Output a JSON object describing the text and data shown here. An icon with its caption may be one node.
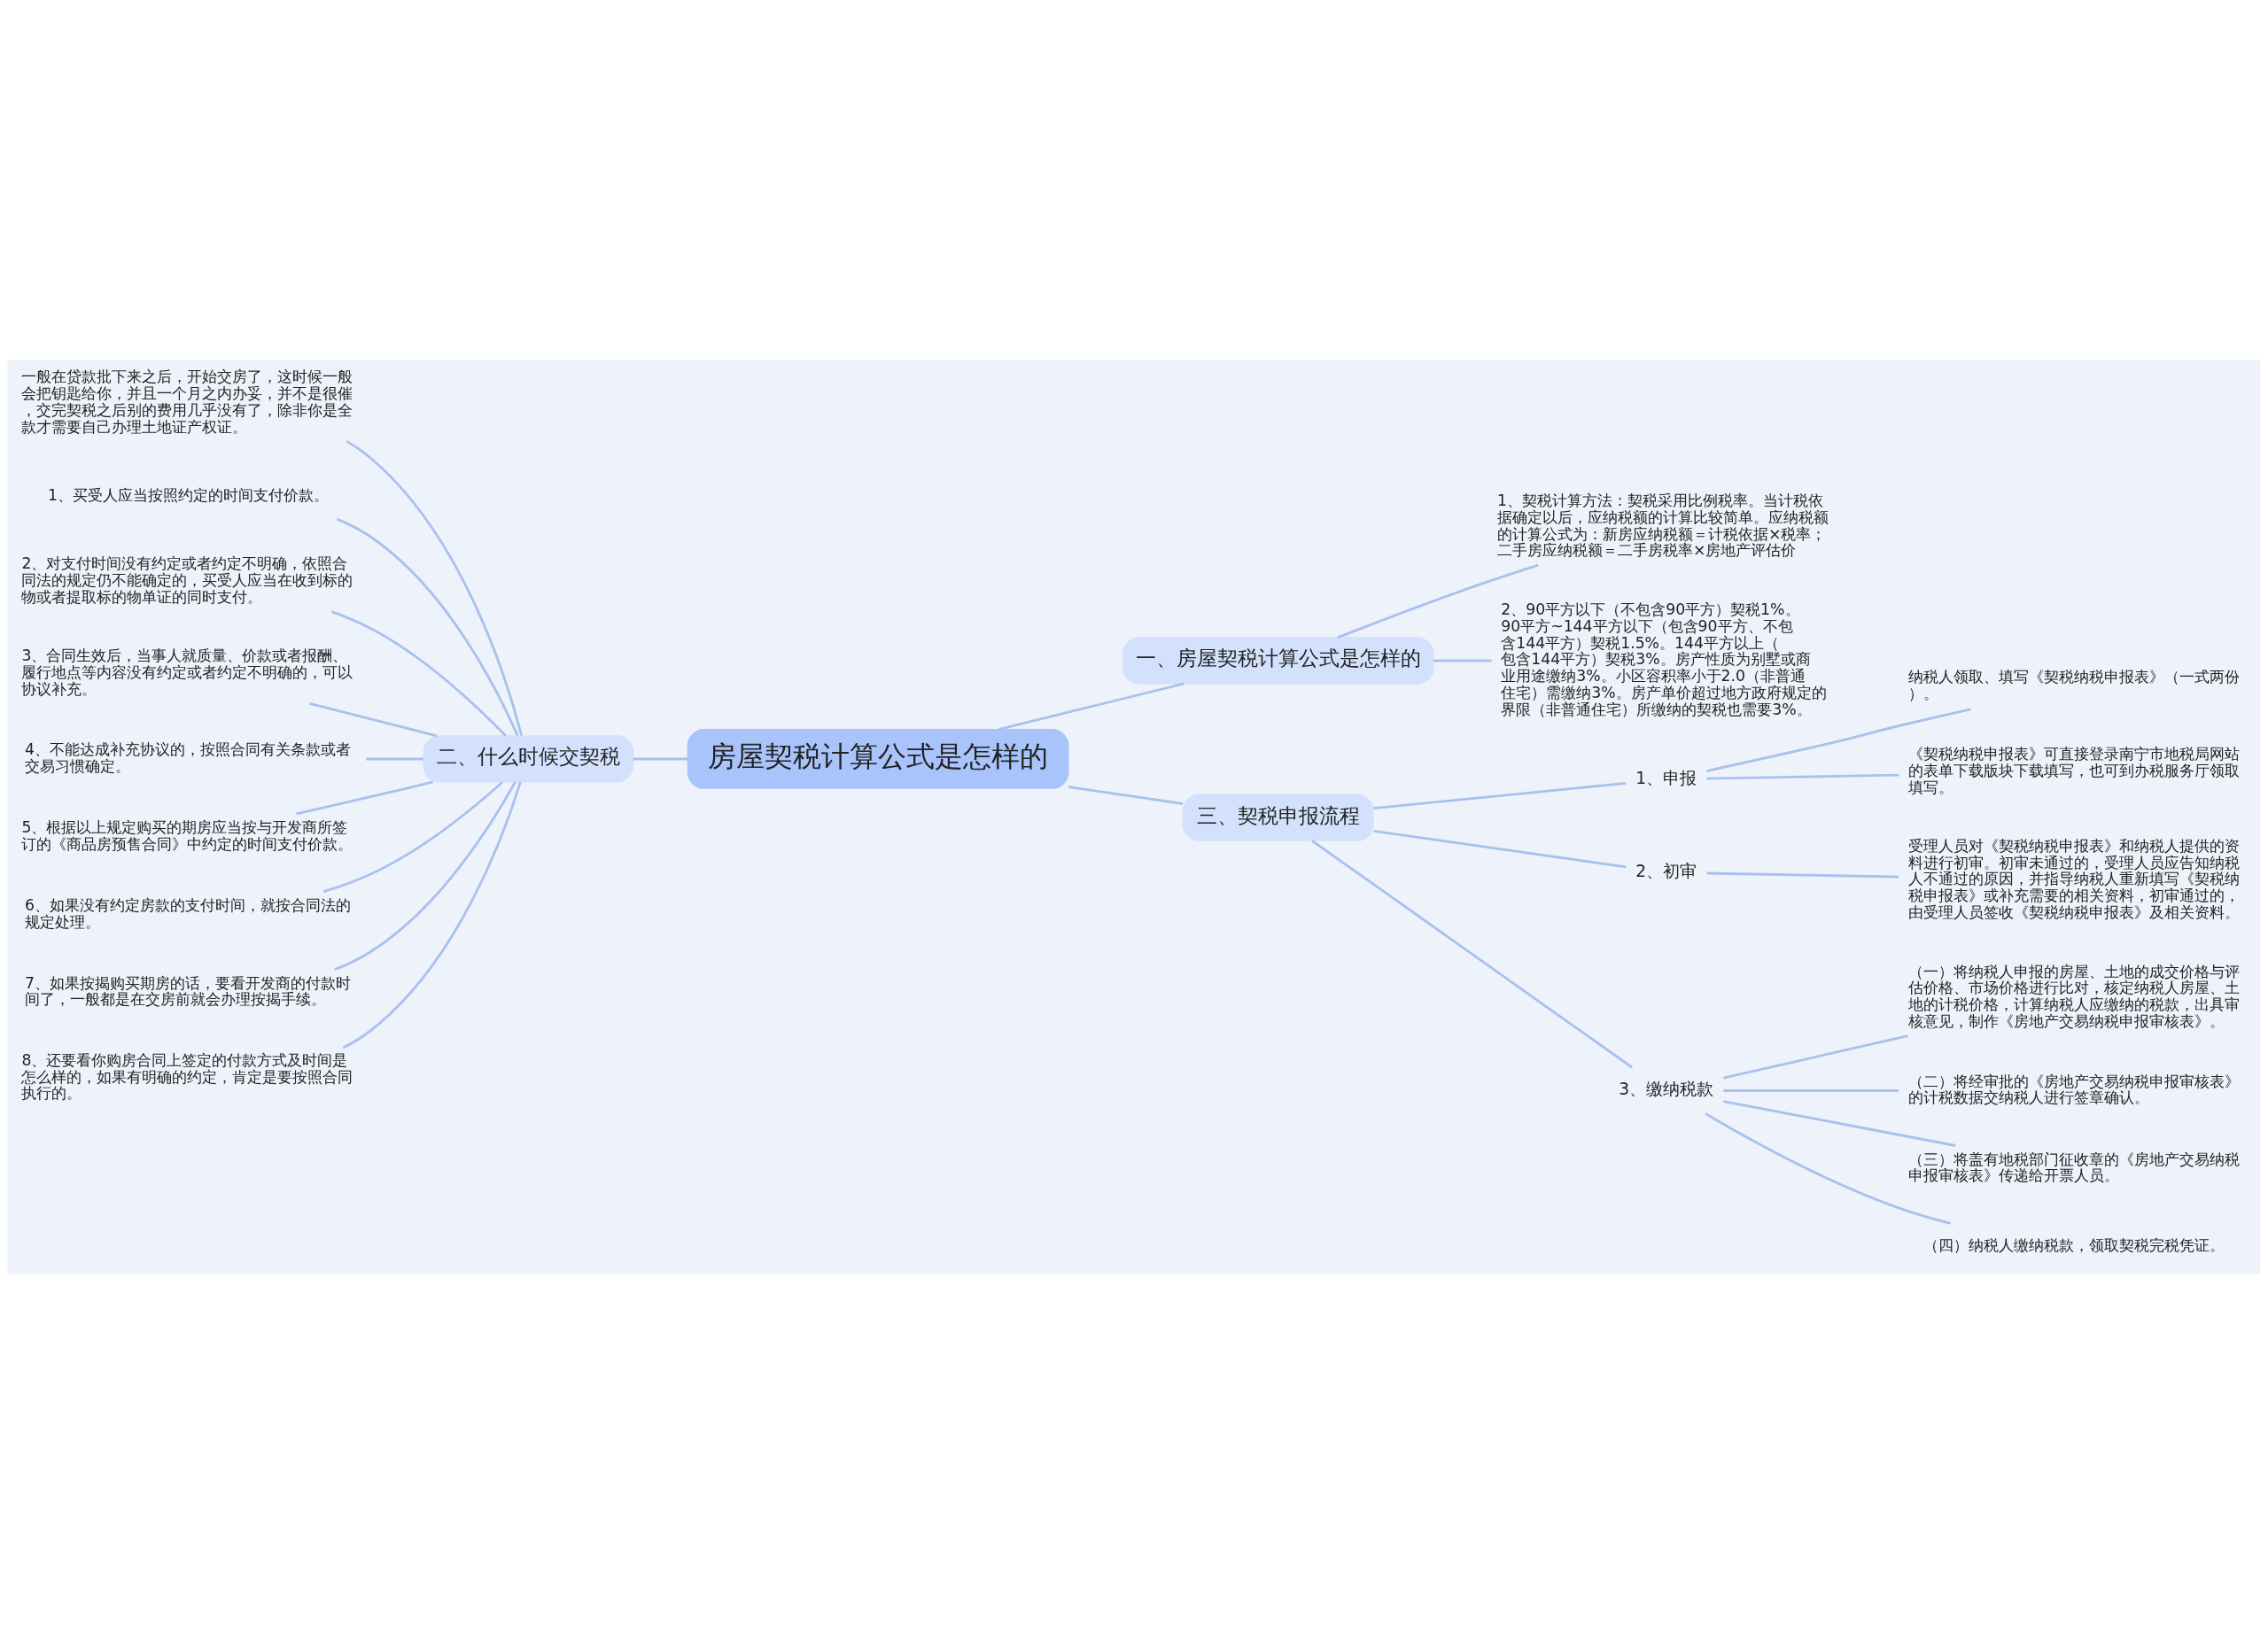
{
  "diagram": {
    "nodes": [
      {
        "text": [
          "房屋契税计算公式是怎样的"
        ]
      },
      {
        "text": [
          "一、房屋契税计算公式是怎样的"
        ]
      },
      {
        "text": [
          "1、契税计算方法：契税采用比例税率。当计税依据确定以后，应纳税额的计算比较简单。应纳税额的计算公式为：新房应纳税额＝计税依据×税率；二手房应纳税额＝二手房税率×房地产评估价"
        ]
      },
      {
        "text": [
          "2、90平方以下（不包含90平方）契税1%。90平方~144平方以下（包含90平方、不包含144平方）契税1.5%。144平方以上（包含144平方）契税3%。房产性质为别墅或商业用途缴纳3%。小区容积率小于2.0（非普通住宅）需缴纳3%。房产单价超过地方政府规定的界限（非普通住宅）所缴纳的契税也需要3%。"
        ]
      },
      {
        "text": [
          "二、什么时候交契税"
        ]
      },
      {
        "text": [
          "一般在贷款批下来之后，开始交房了，这时候一般会把钥匙给你，并且一个月之内办妥，并不是很催，交完契税之后别的费用几乎没有了，除非你是全款才需要自己办理土地证产权证。"
        ]
      },
      {
        "text": [
          "1、买受人应当按照约定的时间支付价款。"
        ]
      },
      {
        "text": [
          "2、对支付时间没有约定或者约定不明确，依照合同法的规定仍不能确定的，买受人应当在收到标的物或者提取标的物单证的同时支付。"
        ]
      },
      {
        "text": [
          "3、合同生效后，当事人就质量、价款或者报酬、履行地点等内容没有约定或者约定不明确的，可以协议补充。"
        ]
      },
      {
        "text": [
          "4、不能达成补充协议的，按照合同有关条款或者交易习惯确定。"
        ]
      },
      {
        "text": [
          "5、根据以上规定购买的期房应当按与开发商所签订的《商品房预售合同》中约定的时间支付价款。"
        ]
      },
      {
        "text": [
          "6、如果没有约定房款的支付时间，就按合同法的规定处理。"
        ]
      },
      {
        "text": [
          "7、如果按揭购买期房的话，要看开发商的付款时间了，一般都是在交房前就会办理按揭手续。"
        ]
      },
      {
        "text": [
          "8、还要看你购房合同上签定的付款方式及时间是怎么样的，如果有明确的约定，肯定是要按照合同执行的。"
        ]
      },
      {
        "text": [
          "三、契税申报流程"
        ]
      },
      {
        "text": [
          "1、申报"
        ]
      },
      {
        "text": [
          "纳税人领取、填写《契税纳税申报表》（一式两份）。"
        ]
      },
      {
        "text": [
          "《契税纳税申报表》可直接登录南宁市地税局网站的表单下载版块下载填写，也可到办税服务厅领取填写。"
        ]
      },
      {
        "text": [
          "2、初审"
        ]
      },
      {
        "text": [
          "受理人员对《契税纳税申报表》和纳税人提供的资料进行初审。初审未通过的，受理人员应告知纳税人不通过的原因，并指导纳税人重新填写《契税纳税申报表》或补充需要的相关资料，初审通过的，由受理人员签收《契税纳税申报表》及相关资料。"
        ]
      },
      {
        "text": [
          "3、缴纳税款"
        ]
      },
      {
        "text": [
          "（一）将纳税人申报的房屋、土地的成交价格与评估价格、市场价格进行比对，核定纳税人房屋、土地的计税价格，计算纳税人应缴纳的税款，出具审核意见，制作《房地产交易纳税申报审核表》。"
        ]
      },
      {
        "text": [
          "（二）将经审批的《房地产交易纳税申报审核表》的计税数据交纳税人进行签章确认。"
        ]
      },
      {
        "text": [
          "（三）将盖有地税部门征收章的《房地产交易纳税申报审核表》传递给开票人员。"
        ]
      },
      {
        "text": [
          "（四）纳税人缴纳税款，领取契税完税凭证。"
        ]
      }
    ],
    "edges": [
      {
        "from": 0,
        "to": 1,
        "arrow": "none"
      },
      {
        "from": 1,
        "to": 2,
        "arrow": "none"
      },
      {
        "from": 1,
        "to": 3,
        "arrow": "none"
      },
      {
        "from": 0,
        "to": 4,
        "arrow": "none"
      },
      {
        "from": 4,
        "to": 5,
        "arrow": "none"
      },
      {
        "from": 4,
        "to": 6,
        "arrow": "none"
      },
      {
        "from": 4,
        "to": 7,
        "arrow": "none"
      },
      {
        "from": 4,
        "to": 8,
        "arrow": "none"
      },
      {
        "from": 4,
        "to": 9,
        "arrow": "none"
      },
      {
        "from": 4,
        "to": 10,
        "arrow": "none"
      },
      {
        "from": 4,
        "to": 11,
        "arrow": "none"
      },
      {
        "from": 4,
        "to": 12,
        "arrow": "none"
      },
      {
        "from": 4,
        "to": 13,
        "arrow": "none"
      },
      {
        "from": 0,
        "to": 14,
        "arrow": "none"
      },
      {
        "from": 14,
        "to": 15,
        "arrow": "none"
      },
      {
        "from": 15,
        "to": 16,
        "arrow": "none"
      },
      {
        "from": 15,
        "to": 17,
        "arrow": "none"
      },
      {
        "from": 14,
        "to": 18,
        "arrow": "none"
      },
      {
        "from": 18,
        "to": 19,
        "arrow": "none"
      },
      {
        "from": 14,
        "to": 20,
        "arrow": "none"
      },
      {
        "from": 20,
        "to": 21,
        "arrow": "none"
      },
      {
        "from": 20,
        "to": 22,
        "arrow": "none"
      },
      {
        "from": 20,
        "to": 23,
        "arrow": "none"
      },
      {
        "from": 20,
        "to": 24,
        "arrow": "none"
      }
    ]
  }
}
